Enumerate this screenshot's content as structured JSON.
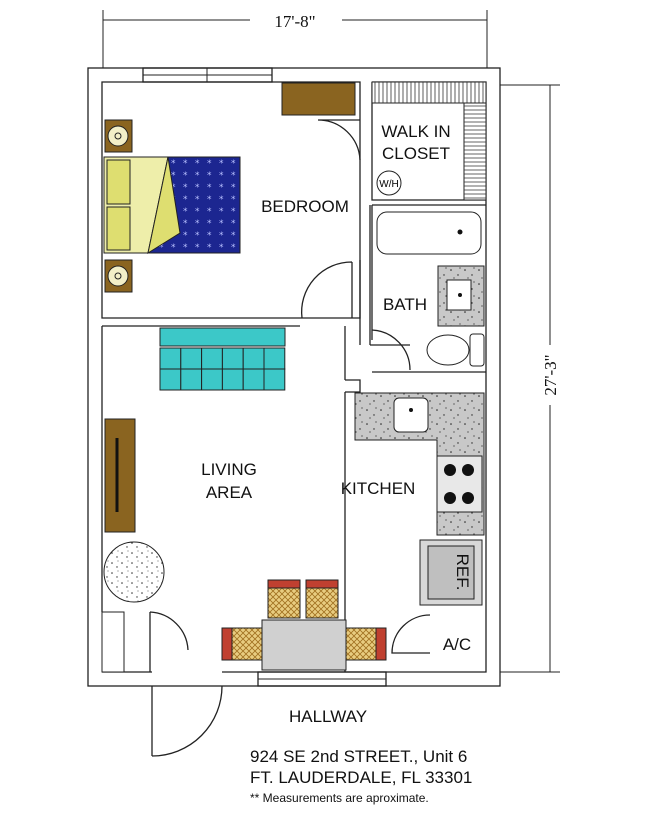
{
  "dimensions": {
    "width": "17'-8\"",
    "length": "27'-3\""
  },
  "rooms": {
    "bedroom": "BEDROOM",
    "closet_line1": "WALK IN",
    "closet_line2": "CLOSET",
    "water_heater": "W/H",
    "bath": "BATH",
    "living_line1": "LIVING",
    "living_line2": "AREA",
    "kitchen": "KITCHEN",
    "refrigerator": "REF.",
    "ac": "A/C",
    "hallway": "HALLWAY"
  },
  "address": {
    "line1": "924 SE 2nd STREET., Unit 6",
    "line2": "FT. LAUDERDALE, FL 33301"
  },
  "note": "**  Measurements are aproximate.",
  "colors": {
    "bedspread": "#1c2690",
    "pillow": "#dede70",
    "sheet": "#eeeeaa",
    "wood": "#8a6420",
    "bench": "#3cc8c8",
    "counter": "#c8c8c8",
    "table": "#d0d0d0"
  }
}
